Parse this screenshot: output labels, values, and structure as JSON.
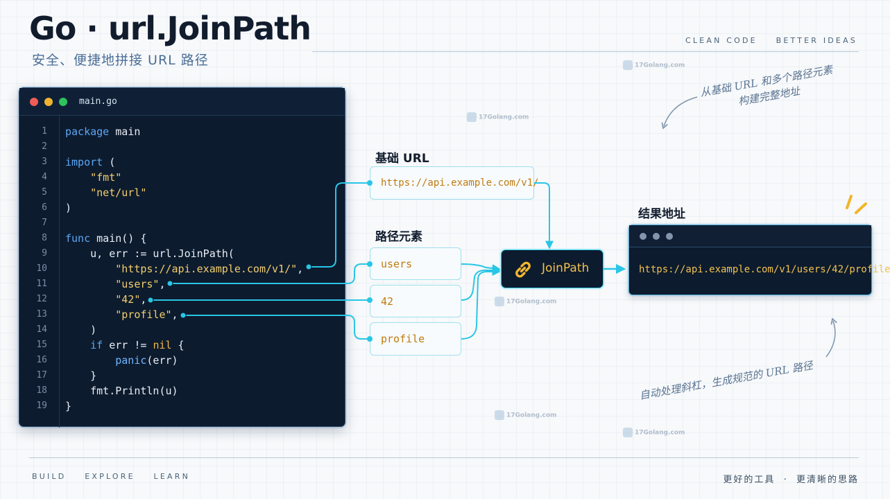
{
  "header": {
    "title": "Go · url.JoinPath",
    "subtitle": "安全、便捷地拼接 URL 路径",
    "tagline_top": "CLEAN CODE    BETTER IDEAS"
  },
  "footer": {
    "tagline": "BUILD    EXPLORE    LEARN",
    "right": "更好的工具  ·  更清晰的思路"
  },
  "code_window": {
    "filename": "main.go",
    "lines": [
      {
        "n": "1",
        "text": "package main"
      },
      {
        "n": "2",
        "text": ""
      },
      {
        "n": "3",
        "text": "import ("
      },
      {
        "n": "4",
        "text": "    \"fmt\""
      },
      {
        "n": "5",
        "text": "    \"net/url\""
      },
      {
        "n": "6",
        "text": ")"
      },
      {
        "n": "7",
        "text": ""
      },
      {
        "n": "8",
        "text": "func main() {"
      },
      {
        "n": "9",
        "text": "    u, err := url.JoinPath("
      },
      {
        "n": "10",
        "text": "        \"https://api.example.com/v1/\","
      },
      {
        "n": "11",
        "text": "        \"users\","
      },
      {
        "n": "12",
        "text": "        \"42\","
      },
      {
        "n": "13",
        "text": "        \"profile\","
      },
      {
        "n": "14",
        "text": "    )"
      },
      {
        "n": "15",
        "text": "    if err != nil {"
      },
      {
        "n": "16",
        "text": "        panic(err)"
      },
      {
        "n": "17",
        "text": "    }"
      },
      {
        "n": "18",
        "text": "    fmt.Println(u)"
      },
      {
        "n": "19",
        "text": "}"
      }
    ]
  },
  "diagram": {
    "base_url_label": "基础 URL",
    "base_url": "https://api.example.com/v1/",
    "segments_label": "路径元素",
    "segments": [
      "users",
      "42",
      "profile"
    ],
    "function_label": "JoinPath",
    "function_icon": "link-icon",
    "result_label": "结果地址",
    "result": "https://api.example.com/v1/users/42/profile"
  },
  "annotations": {
    "top_line1": "从基础 URL 和多个路径元素",
    "top_line2": "构建完整地址",
    "bottom": "自动处理斜杠，生成规范的 URL 路径"
  },
  "watermark": "17Golang.com",
  "colors": {
    "connector": "#29c6e6",
    "code_bg": "#0d1b2e",
    "string": "#f3cf6e",
    "keyword": "#5ba7f5",
    "accent": "#f0c24f"
  }
}
